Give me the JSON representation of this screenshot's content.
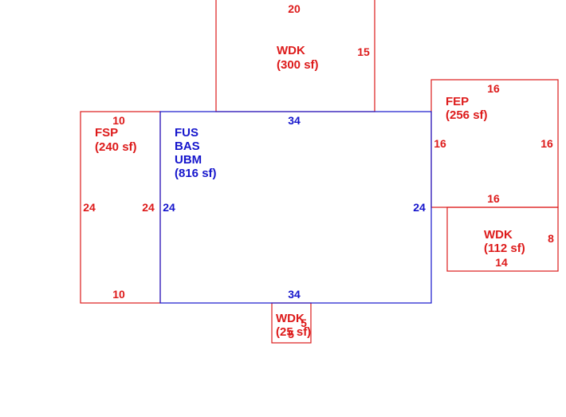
{
  "colors": {
    "main": "#1515cc",
    "addition": "#dd1a1a",
    "background": "#ffffff"
  },
  "areas": {
    "main": {
      "lines": [
        "FUS",
        "BAS",
        "UBM",
        "(816 sf)"
      ],
      "top": "34",
      "bottom": "34",
      "left": "24",
      "right": "24"
    },
    "wdk_top": {
      "lines": [
        "WDK",
        "(300 sf)"
      ],
      "top": "20",
      "right": "15"
    },
    "fsp": {
      "lines": [
        "FSP",
        "(240 sf)"
      ],
      "top": "10",
      "bottom": "10",
      "left": "24",
      "right": "24"
    },
    "fep": {
      "lines": [
        "FEP",
        "(256 sf)"
      ],
      "top": "16",
      "bottom": "16",
      "left": "16",
      "right": "16"
    },
    "wdk_right": {
      "lines": [
        "WDK",
        "(112 sf)"
      ],
      "right": "8",
      "bottom": "14"
    },
    "wdk_bottom": {
      "lines": [
        "WDK",
        "(25 sf)"
      ],
      "top": "5",
      "bottom": "5"
    }
  }
}
